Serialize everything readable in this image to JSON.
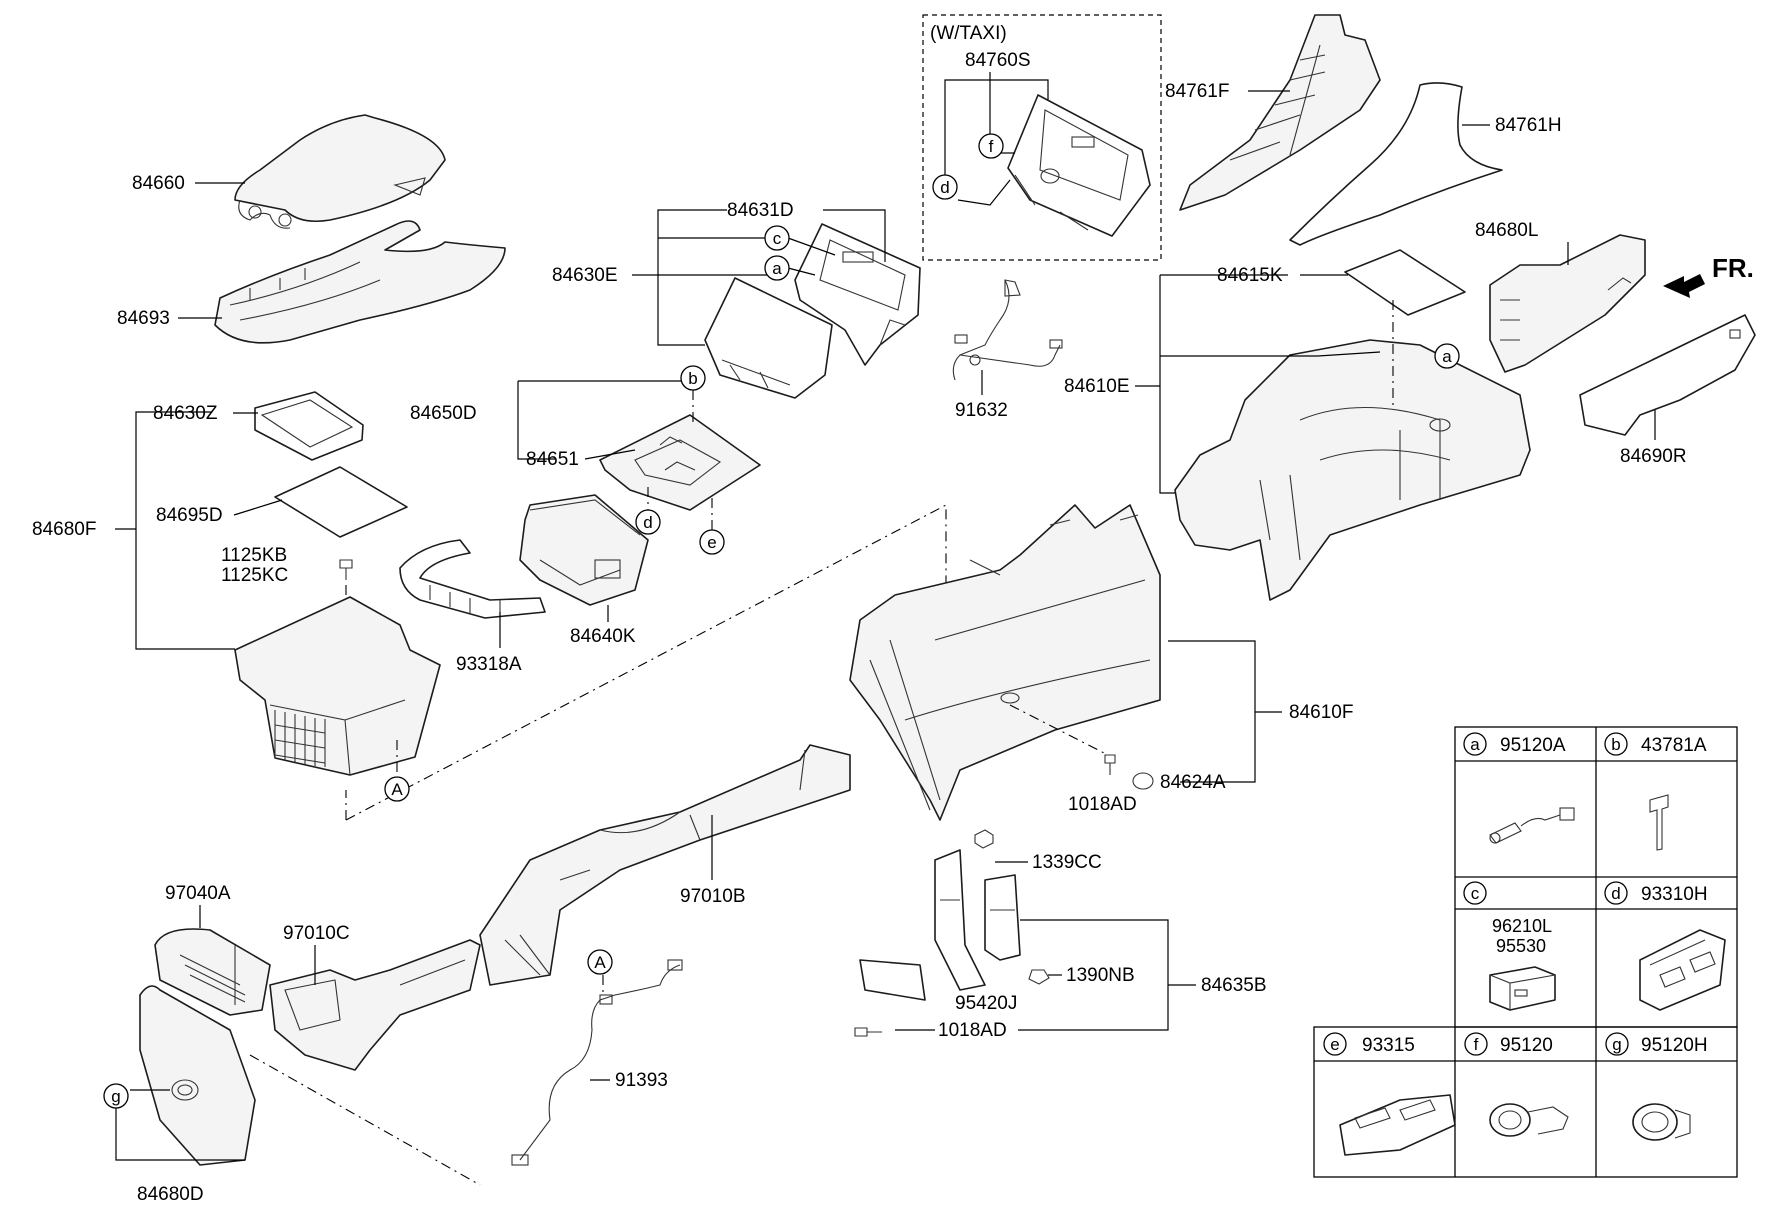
{
  "diagram": {
    "taxi_label": "(W/TAXI)",
    "direction_label": "FR.",
    "part_numbers": {
      "p84760S": "84760S",
      "p84761F": "84761F",
      "p84761H": "84761H",
      "p84660": "84660",
      "p84693": "84693",
      "p84631D": "84631D",
      "p84630E": "84630E",
      "p84630Z": "84630Z",
      "p84650D": "84650D",
      "p84651": "84651",
      "p84695D": "84695D",
      "p84680F": "84680F",
      "p1125KB": "1125KB",
      "p1125KC": "1125KC",
      "p93318A": "93318A",
      "p84640K": "84640K",
      "p91632": "91632",
      "p84680L": "84680L",
      "p84615K": "84615K",
      "p84610E": "84610E",
      "p84690R": "84690R",
      "p84610F": "84610F",
      "p84624A": "84624A",
      "p1018AD_a": "1018AD",
      "p1339CC": "1339CC",
      "p1390NB": "1390NB",
      "p84635B": "84635B",
      "p95420J": "95420J",
      "p1018AD_b": "1018AD",
      "p97040A": "97040A",
      "p97010C": "97010C",
      "p97010B": "97010B",
      "p91393": "91393",
      "p84680D": "84680D"
    },
    "callout_letters": {
      "a": "a",
      "b": "b",
      "c": "c",
      "d": "d",
      "e": "e",
      "f": "f",
      "g": "g",
      "A": "A"
    },
    "legend": {
      "cells": [
        {
          "letter": "a",
          "part": "95120A"
        },
        {
          "letter": "b",
          "part": "43781A"
        },
        {
          "letter": "c",
          "part": "96210L",
          "part2": "95530"
        },
        {
          "letter": "d",
          "part": "93310H"
        },
        {
          "letter": "e",
          "part": "93315"
        },
        {
          "letter": "f",
          "part": "95120"
        },
        {
          "letter": "g",
          "part": "95120H"
        }
      ]
    }
  }
}
